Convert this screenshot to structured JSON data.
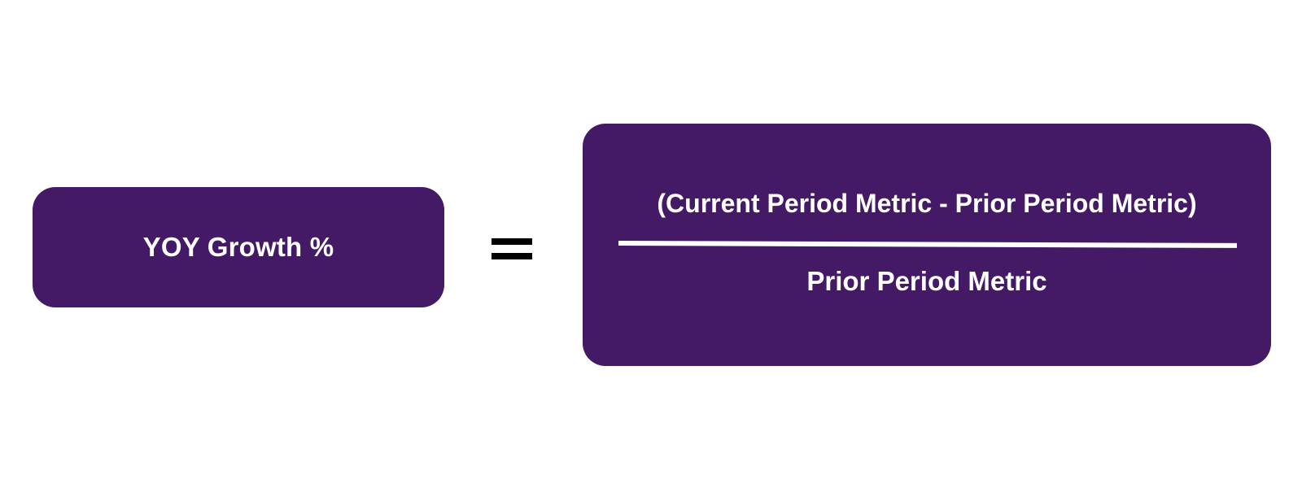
{
  "formula": {
    "lhs_label": "YOY Growth %",
    "operator": "=",
    "numerator": "(Current Period Metric - Prior Period Metric)",
    "denominator": "Prior Period Metric"
  },
  "colors": {
    "box_fill": "#441a66",
    "text": "#ffffff",
    "operator": "#000000",
    "background": "#ffffff"
  }
}
